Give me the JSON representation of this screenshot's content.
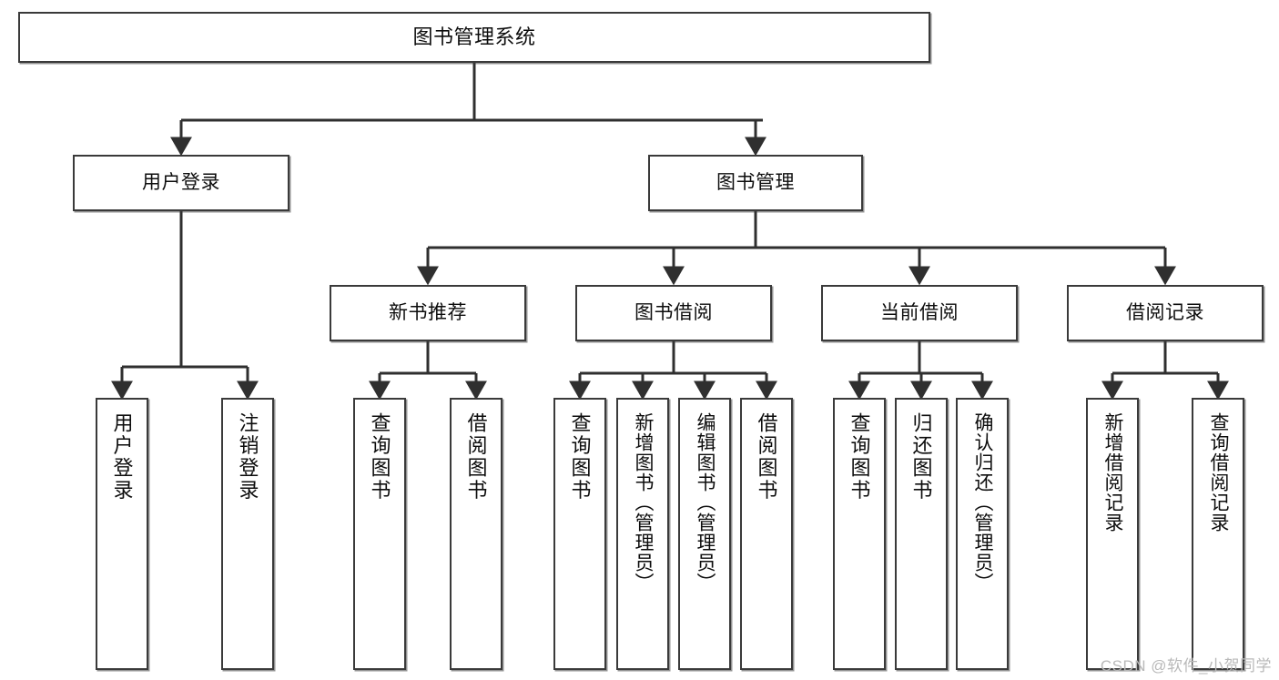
{
  "diagram": {
    "title": "图书管理系统",
    "type": "tree",
    "watermark": "CSDN @软件_小贺同学",
    "colors": {
      "box_border": "#3a3a3a",
      "box_fill": "#ffffff",
      "edge": "#2f2f2f",
      "text": "#0d0d0d",
      "watermark": "#b9b9b9"
    },
    "levels": {
      "level1_label": "图书管理系统",
      "level2_labels": [
        "用户登录",
        "图书管理"
      ],
      "level3_labels": [
        "新书推荐",
        "图书借阅",
        "当前借阅",
        "借阅记录"
      ]
    },
    "nodes": {
      "root": {
        "id": "root",
        "label": "图书管理系统",
        "level": 1
      },
      "user_login": {
        "id": "user_login",
        "label": "用户登录",
        "level": 2
      },
      "book_mgmt": {
        "id": "book_mgmt",
        "label": "图书管理",
        "level": 2
      },
      "new_book_rec": {
        "id": "new_book_rec",
        "label": "新书推荐",
        "level": 3
      },
      "book_borrow": {
        "id": "book_borrow",
        "label": "图书借阅",
        "level": 3
      },
      "current_borrow": {
        "id": "current_borrow",
        "label": "当前借阅",
        "level": 3
      },
      "borrow_record": {
        "id": "borrow_record",
        "label": "借阅记录",
        "level": 3
      },
      "leaf_user_login": {
        "id": "leaf_user_login",
        "label": "用户登录",
        "level": 4,
        "parent": "用户登录"
      },
      "leaf_user_logout": {
        "id": "leaf_user_logout",
        "label": "注销登录",
        "level": 4,
        "parent": "用户登录"
      },
      "leaf_query_book_1": {
        "id": "leaf_query_book_1",
        "label": "查询图书",
        "level": 4,
        "parent": "新书推荐"
      },
      "leaf_borrow_book_1": {
        "id": "leaf_borrow_book_1",
        "label": "借阅图书",
        "level": 4,
        "parent": "新书推荐"
      },
      "leaf_query_book_2": {
        "id": "leaf_query_book_2",
        "label": "查询图书",
        "level": 4,
        "parent": "图书借阅"
      },
      "leaf_add_book": {
        "id": "leaf_add_book",
        "label": "新增图书（管理员）",
        "level": 4,
        "parent": "图书借阅"
      },
      "leaf_edit_book": {
        "id": "leaf_edit_book",
        "label": "编辑图书（管理员）",
        "level": 4,
        "parent": "图书借阅"
      },
      "leaf_borrow_book_2": {
        "id": "leaf_borrow_book_2",
        "label": "借阅图书",
        "level": 4,
        "parent": "图书借阅"
      },
      "leaf_query_book_3": {
        "id": "leaf_query_book_3",
        "label": "查询图书",
        "level": 4,
        "parent": "当前借阅"
      },
      "leaf_return_book": {
        "id": "leaf_return_book",
        "label": "归还图书",
        "level": 4,
        "parent": "当前借阅"
      },
      "leaf_confirm_return": {
        "id": "leaf_confirm_return",
        "label": "确认归还（管理员）",
        "level": 4,
        "parent": "当前借阅"
      },
      "leaf_add_record": {
        "id": "leaf_add_record",
        "label": "新增借阅记录",
        "level": 4,
        "parent": "借阅记录"
      },
      "leaf_query_record": {
        "id": "leaf_query_record",
        "label": "查询借阅记录",
        "level": 4,
        "parent": "借阅记录"
      }
    }
  }
}
